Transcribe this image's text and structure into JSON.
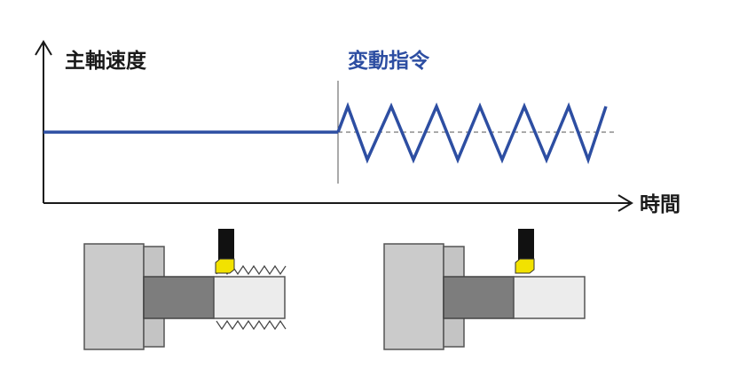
{
  "labels": {
    "y_axis": "主軸速度",
    "x_axis": "時間",
    "command": "変動指令"
  },
  "colors": {
    "signal": "#2d4ea2",
    "axis": "#1a1a1a",
    "reference_line": "#555555",
    "chuck": "#cbcbcb",
    "chuck_jaw": "#c4c4c4",
    "workpiece_machined": "#7d7d7d",
    "workpiece_raw": "#ececec",
    "tool_holder": "#111111",
    "tool_insert": "#f2e200"
  },
  "diagrams": [
    {
      "name": "chatter-machining",
      "surface": "wavy"
    },
    {
      "name": "smooth-machining",
      "surface": "smooth"
    }
  ]
}
